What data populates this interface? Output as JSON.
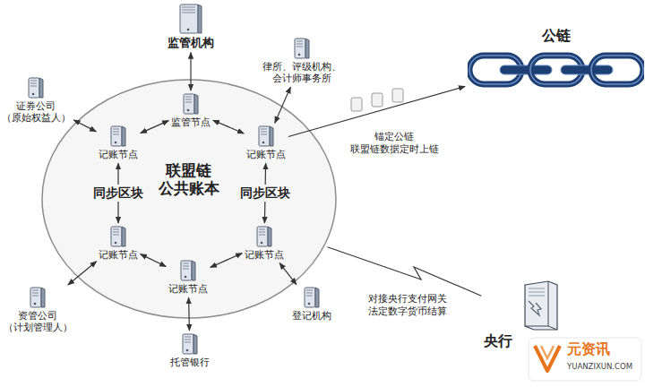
{
  "diagram": {
    "nodes": [
      {
        "text": [
          "监管机构"
        ]
      },
      {
        "text": [
          "律所、评级机构、 会计师事务所"
        ]
      },
      {
        "text": [
          "证券公司 （原始权益人）"
        ]
      },
      {
        "text": [
          "联盟链 公共账本"
        ]
      },
      {
        "text": [
          "监管节点"
        ],
        "in": 3
      },
      {
        "text": [
          "记账节点"
        ],
        "in": 3
      },
      {
        "text": [
          "记账节点"
        ],
        "in": 3
      },
      {
        "text": [
          "记账节点"
        ],
        "in": 3
      },
      {
        "text": [
          "记账节点"
        ],
        "in": 3
      },
      {
        "text": [
          "记账节点"
        ],
        "in": 3
      },
      {
        "text": [
          "公链"
        ]
      },
      {
        "text": [
          "资管公司 （计划管理人）"
        ]
      },
      {
        "text": [
          "登记机构"
        ]
      },
      {
        "text": [
          "托管银行"
        ]
      },
      {
        "text": [
          "央行"
        ]
      }
    ],
    "edges": [
      {
        "from": 0,
        "to": 4,
        "arrow": "both"
      },
      {
        "from": 4,
        "to": 5,
        "arrow": "both"
      },
      {
        "from": 4,
        "to": 6,
        "arrow": "both"
      },
      {
        "from": 2,
        "to": 5,
        "arrow": "both"
      },
      {
        "from": 1,
        "to": 6,
        "arrow": "both"
      },
      {
        "from": 5,
        "to": 7,
        "label": "同步区块",
        "arrow": "both"
      },
      {
        "from": 6,
        "to": 8,
        "label": "同步区块",
        "arrow": "both"
      },
      {
        "from": 7,
        "to": 9,
        "arrow": "both"
      },
      {
        "from": 9,
        "to": 8,
        "arrow": "both"
      },
      {
        "from": 7,
        "to": 11,
        "arrow": "both"
      },
      {
        "from": 9,
        "to": 13,
        "arrow": "both"
      },
      {
        "from": 8,
        "to": 12,
        "arrow": "both"
      },
      {
        "from": 6,
        "to": 10,
        "label": "锚定公链 联盟链数据定时上链",
        "arrow": "to"
      },
      {
        "from": 3,
        "to": 14,
        "label": "对接央行支付网关 法定数字货币结算",
        "arrow": "none"
      }
    ],
    "labels": [
      "元资讯",
      "YUANZIXUN.COM"
    ]
  }
}
